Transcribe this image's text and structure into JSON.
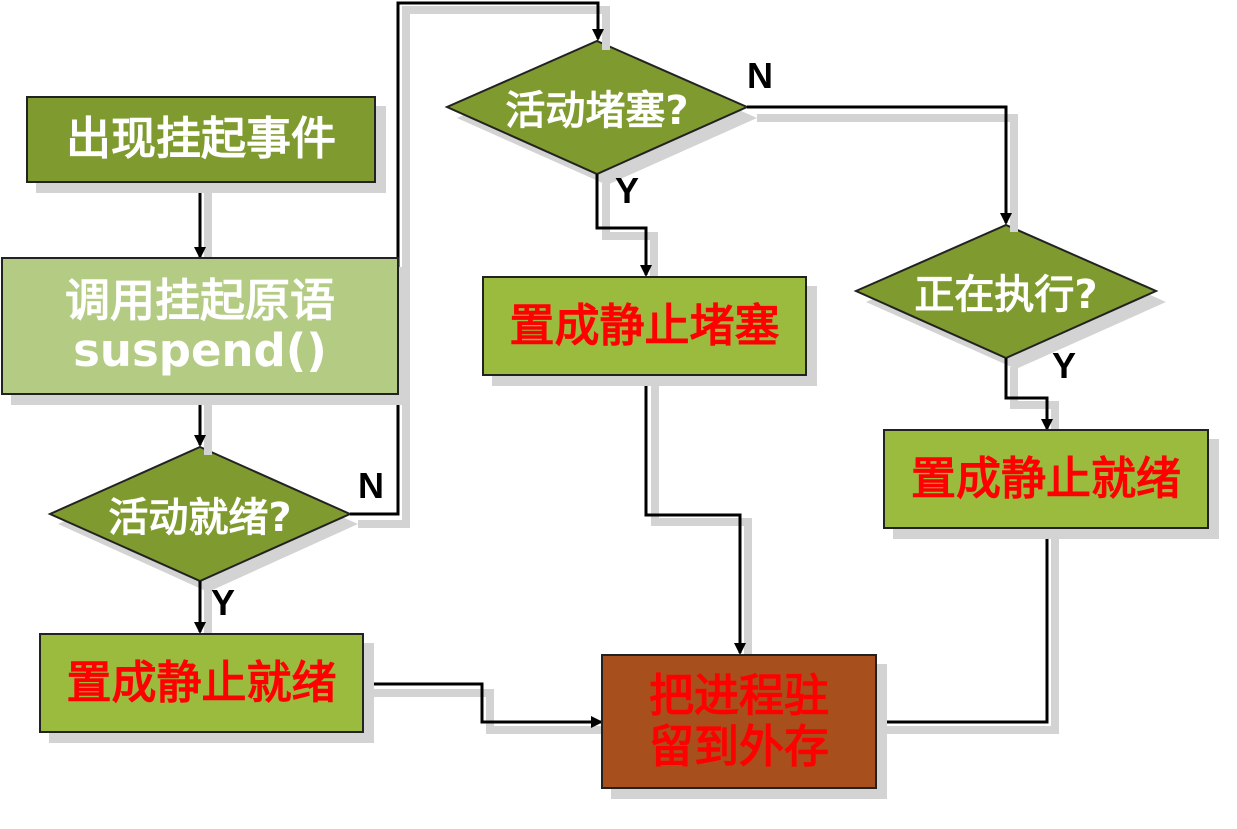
{
  "nodes": {
    "event": "出现挂起事件",
    "call_line1": "调用挂起原语",
    "call_line2": "suspend()",
    "decision_ready": "活动就绪?",
    "decision_blocked": "活动堵塞?",
    "decision_running": "正在执行?",
    "set_static_ready_left": "置成静止就绪",
    "set_static_blocked": "置成静止堵塞",
    "set_static_ready_right": "置成静止就绪",
    "swap_line1": "把进程驻",
    "swap_line2": "留到外存"
  },
  "labels": {
    "ready_no": "N",
    "ready_yes": "Y",
    "blocked_no": "N",
    "blocked_yes": "Y",
    "running_yes": "Y"
  },
  "colors": {
    "dark_green": "#7f9a2e",
    "light_green": "#b3cb83",
    "olive": "#9bbb3f",
    "brown": "#a8501d",
    "red_text": "#ff0000",
    "white_text": "#ffffff"
  }
}
